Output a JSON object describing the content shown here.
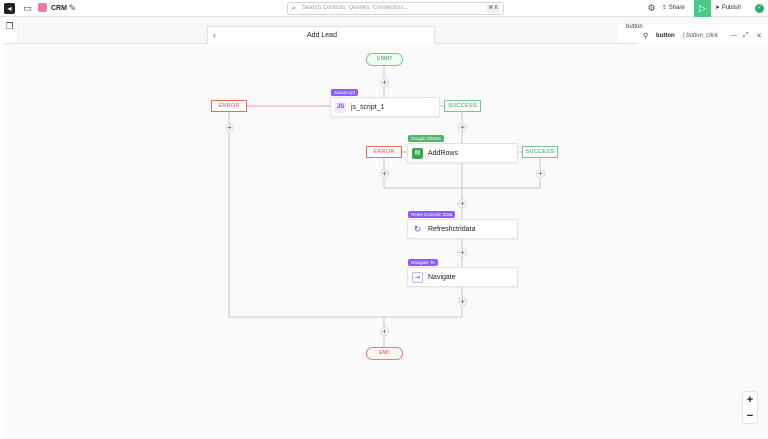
{
  "topbar": {
    "app_name": "CRM",
    "search_placeholder": "Search Controls, Queries, Connectors...",
    "search_shortcut": "⌘ K",
    "share_label": "Share",
    "publish_label": "Publish"
  },
  "modal": {
    "title": "Add Lead"
  },
  "side_panel": {
    "tab_label": "button",
    "component_name": "button",
    "event_name": "button_click"
  },
  "flow": {
    "start_label": "START",
    "end_label": "END",
    "error_label": "ERROR",
    "success_label": "SUCCESS",
    "nodes": [
      {
        "type": "JavaScript",
        "label": "js_script_1",
        "icon": "JS"
      },
      {
        "type": "Google Sheets",
        "label": "AddRows",
        "icon": "sheets-icon"
      },
      {
        "type": "Reset Controls' Data",
        "label": "Refreshctrldata",
        "icon": "refresh-icon"
      },
      {
        "type": "Navigate To",
        "label": "Navigate",
        "icon": "navigate-icon"
      }
    ]
  },
  "zoom": {
    "in_label": "+",
    "out_label": "−"
  },
  "colors": {
    "accent_purple": "#8b5cf6",
    "success_green": "#3a9e5d",
    "error_red": "#d44c37",
    "run_green": "#49c98a"
  }
}
